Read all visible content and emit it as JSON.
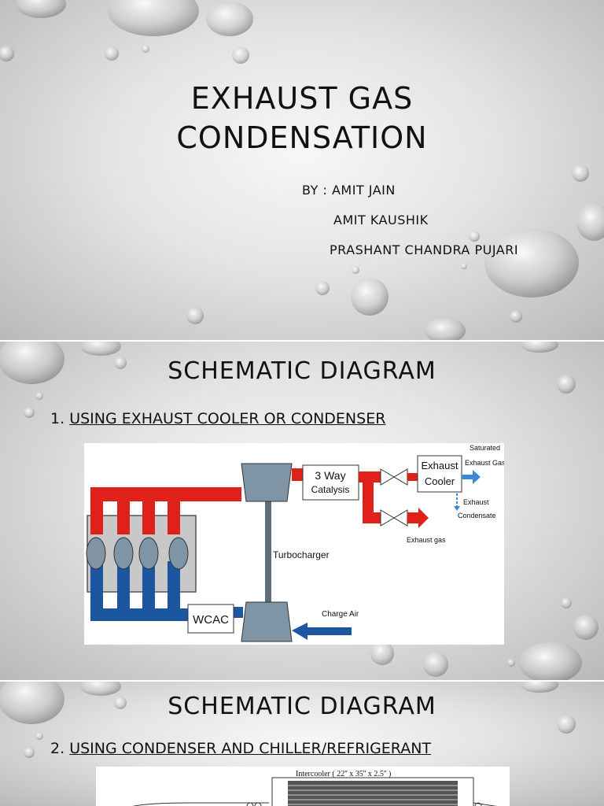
{
  "slide1": {
    "title_line1": "EXHAUST GAS",
    "title_line2": "CONDENSATION",
    "by_label": "BY : AMIT JAIN",
    "author2": "AMIT KAUSHIK",
    "author3": "PRASHANT CHANDRA PUJARI"
  },
  "slide2": {
    "title": "SCHEMATIC DIAGRAM",
    "item_number": "1.",
    "item_text": "USING EXHAUST COOLER OR CONDENSER",
    "diagram": {
      "three_way": "3 Way",
      "catalysis": "Catalysis",
      "exhaust": "Exhaust",
      "cooler": "Cooler",
      "saturated": "Saturated",
      "exhaust_gas_top": "Exhaust Gas",
      "exhaust_cond1": "Exhaust",
      "condensate": "Condensate",
      "exhaust_gas": "Exhaust gas",
      "turbocharger": "Turbocharger",
      "wcac": "WCAC",
      "charge_air": "Charge Air"
    }
  },
  "slide3": {
    "title": "SCHEMATIC DIAGRAM",
    "item_number": "2.",
    "item_text": "USING CONDENSER AND CHILLER/REFRIGERANT",
    "diagram": {
      "intercooler": "Intercooler  ( 22'' x 35'' x 2.5'' )"
    }
  },
  "colors": {
    "hot": "#e0201b",
    "cold": "#1c55a0",
    "arrow": "#3b8ad8",
    "steel": "#7f94a5"
  }
}
